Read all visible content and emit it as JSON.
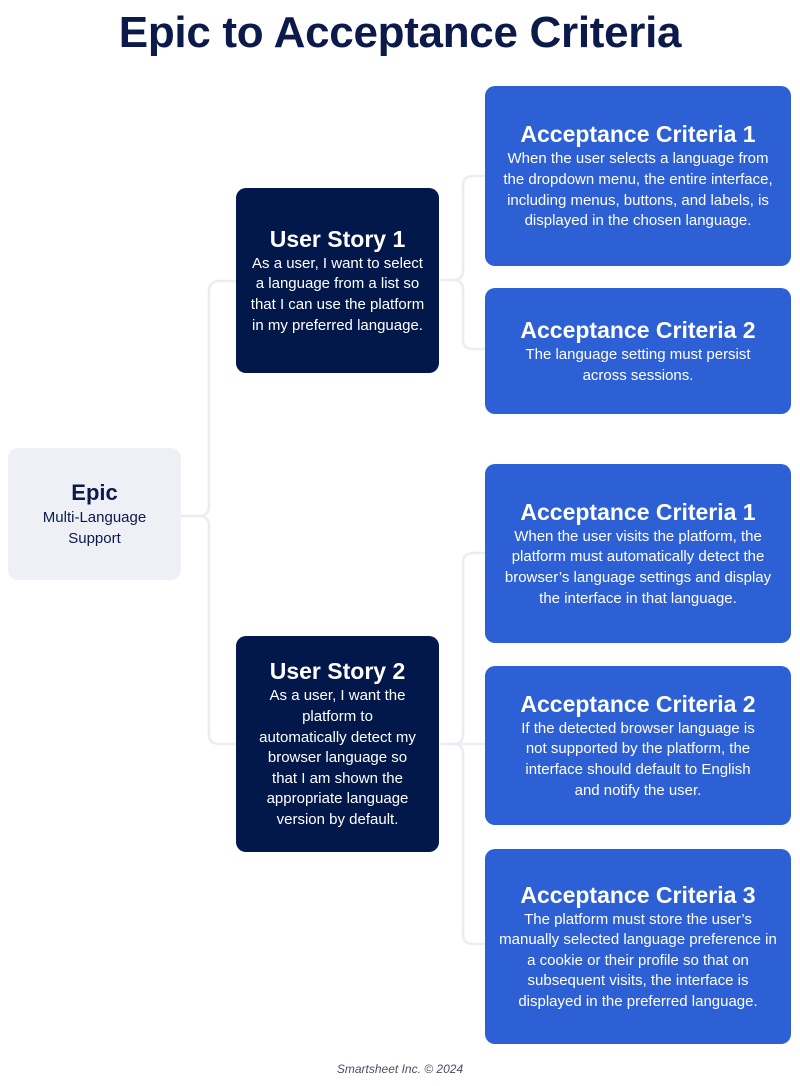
{
  "title": "Epic to Acceptance Criteria",
  "epic": {
    "title": "Epic",
    "body": "Multi-Language Support"
  },
  "stories": [
    {
      "title": "User Story 1",
      "body": "As a user, I want to select a language from a list so that I can use the platform in my preferred language.",
      "criteria": [
        {
          "title": "Acceptance Criteria 1",
          "body": "When the user selects a language from the dropdown menu, the entire interface, including menus, buttons, and labels, is displayed in the chosen language."
        },
        {
          "title": "Acceptance Criteria 2",
          "body": "The language setting must persist across sessions."
        }
      ]
    },
    {
      "title": "User Story 2",
      "body": "As a user, I want the platform to automatically detect my browser language so that I am shown the appropriate language version by default.",
      "criteria": [
        {
          "title": "Acceptance Criteria 1",
          "body": "When the user visits the platform, the platform must automatically detect the browser’s language settings and display the interface in that language."
        },
        {
          "title": "Acceptance Criteria 2",
          "body": "If the detected browser language is not supported by the platform, the interface should default to English and notify the user."
        },
        {
          "title": "Acceptance Criteria 3",
          "body": "The platform must store the user’s manually selected language preference in a cookie or their profile so that on subsequent visits, the interface is displayed in the preferred language."
        }
      ]
    }
  ],
  "footer": "Smartsheet Inc. © 2024",
  "colors": {
    "title": "#0b1a4a",
    "epic_fill": "#eef0f6",
    "story_fill": "#02184a",
    "criteria_fill": "#2d5fd5",
    "connector": "#ecedf3"
  }
}
